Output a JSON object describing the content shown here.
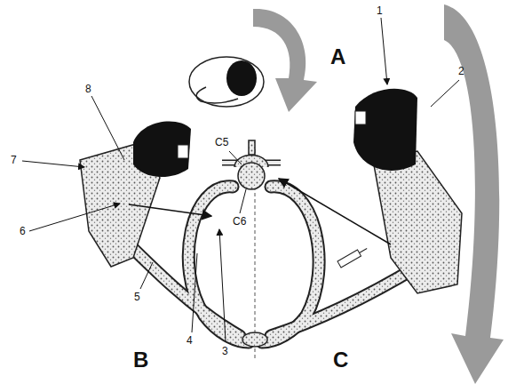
{
  "diagram": {
    "labels": [
      "A",
      "1",
      "2",
      "8",
      "7",
      "C5",
      "C6",
      "6",
      "5",
      "4",
      "3",
      "B",
      "C"
    ]
  }
}
